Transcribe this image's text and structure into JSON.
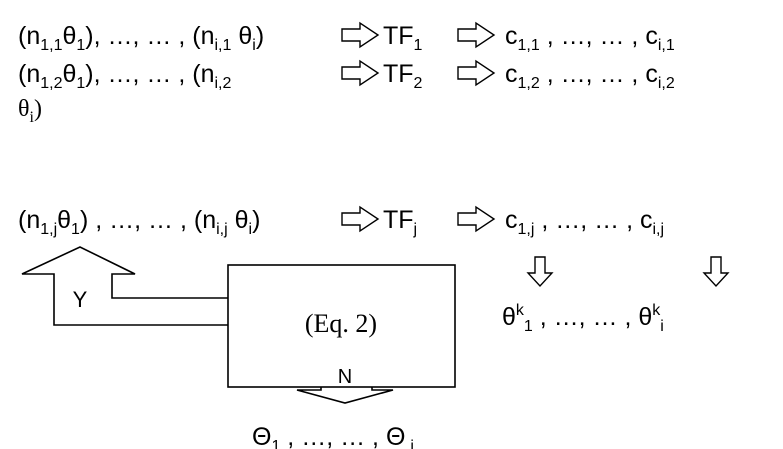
{
  "row1": {
    "n_first_base": "n",
    "n_first_sub": "1,1",
    "theta_first_base": "θ",
    "theta_first_sub": "1",
    "sep": "), …, … , (",
    "n_last_base": "n",
    "n_last_sub": "i,1",
    "theta_last_base": "θ",
    "theta_last_sub": "i",
    "tf_base": "TF",
    "tf_sub": "1",
    "c_first_base": "c",
    "c_first_sub": "1,1",
    "c_sep": " , …, … , ",
    "c_last_base": "c",
    "c_last_sub": "i,1"
  },
  "row2": {
    "n_first_base": "n",
    "n_first_sub": "1,2",
    "theta_first_base": "θ",
    "theta_first_sub": "1",
    "sep": "), …, … , (",
    "n_last_base": "n",
    "n_last_sub": "i,2",
    "wrap_theta_base": "θ",
    "wrap_theta_sub": "i",
    "tf_base": "TF",
    "tf_sub": "2",
    "c_first_base": "c",
    "c_first_sub": "1,2",
    "c_sep": " , …, … , ",
    "c_last_base": "c",
    "c_last_sub": "i,2"
  },
  "rowj": {
    "n_first_base": "n",
    "n_first_sub": "1,j",
    "theta_first_base": "θ",
    "theta_first_sub": "1",
    "sep": "  , …, … , (",
    "n_last_base": "n",
    "n_last_sub": "i,j",
    "theta_last_base": "θ",
    "theta_last_sub": "i",
    "tf_base": "TF",
    "tf_sub": "j",
    "c_first_base": "c",
    "c_first_sub": "1,j",
    "c_sep": " , …, … , ",
    "c_last_base": "c",
    "c_last_sub": "i,j"
  },
  "theta_k": {
    "first_base": "θ",
    "first_sup": "k",
    "first_sub": "1",
    "sep": " , …, … , ",
    "last_base": "θ",
    "last_sup": "k",
    "last_sub": "i"
  },
  "box_label": "(Eq. 2)",
  "yes_label": "Y",
  "no_label": "N",
  "outputs": {
    "first_base": "Θ",
    "first_sub": "1",
    "sep": " , …, … ,  ",
    "last_base": "Θ",
    "last_sub": "i"
  }
}
